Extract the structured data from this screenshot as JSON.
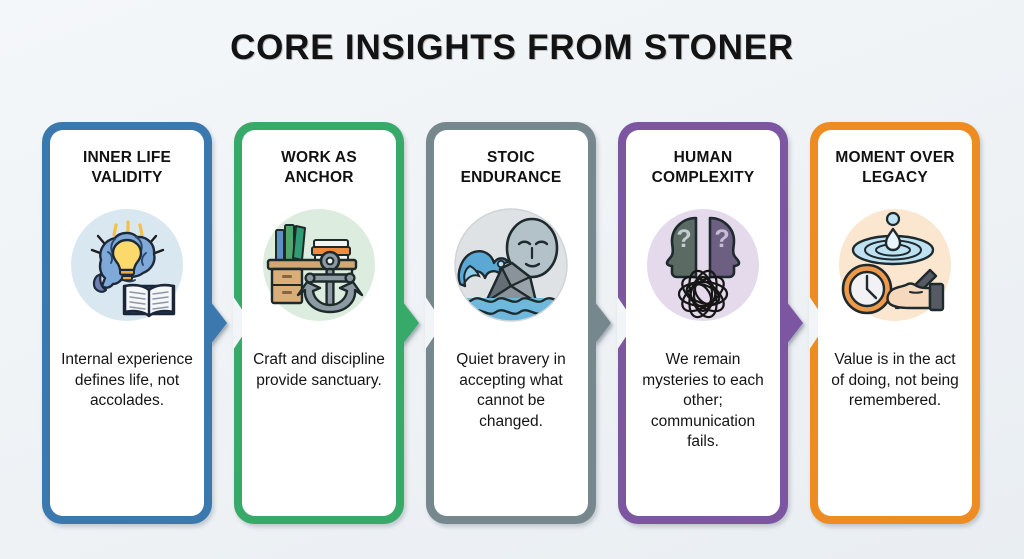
{
  "header": {
    "title": "CORE INSIGHTS FROM STONER"
  },
  "theme": {
    "background": "#f0f4f7",
    "title_color": "#131313"
  },
  "cards": [
    {
      "title": "INNER LIFE VALIDITY",
      "text": "Internal experience defines life, not accolades.",
      "accent": "#3a78ae",
      "circle": "#d9e7f1",
      "icon": "brain-lightbulb-book-icon",
      "arrow_after": true
    },
    {
      "title": "WORK AS ANCHOR",
      "text": "Craft and discipline provide sanctuary.",
      "accent": "#37a968",
      "circle": "#dcecdf",
      "icon": "desk-books-anchor-icon",
      "arrow_after": true
    },
    {
      "title": "STOIC ENDURANCE",
      "text": "Quiet bravery in accepting what cannot be changed.",
      "accent": "#76878d",
      "circle": "#dfe2e4",
      "icon": "wave-rock-calm-face-icon",
      "arrow_after": true
    },
    {
      "title": "HUMAN COMPLEXITY",
      "text": "We remain mysteries to each other; communication fails.",
      "accent": "#7c56a0",
      "circle": "#e4daec",
      "icon": "two-heads-question-tangle-icon",
      "arrow_after": true
    },
    {
      "title": "MOMENT OVER LEGACY",
      "text": "Value is in the act of doing, not being remembered.",
      "accent": "#ee8c22",
      "circle": "#fbe6cf",
      "icon": "droplet-clock-writing-hand-icon",
      "arrow_after": false
    }
  ]
}
